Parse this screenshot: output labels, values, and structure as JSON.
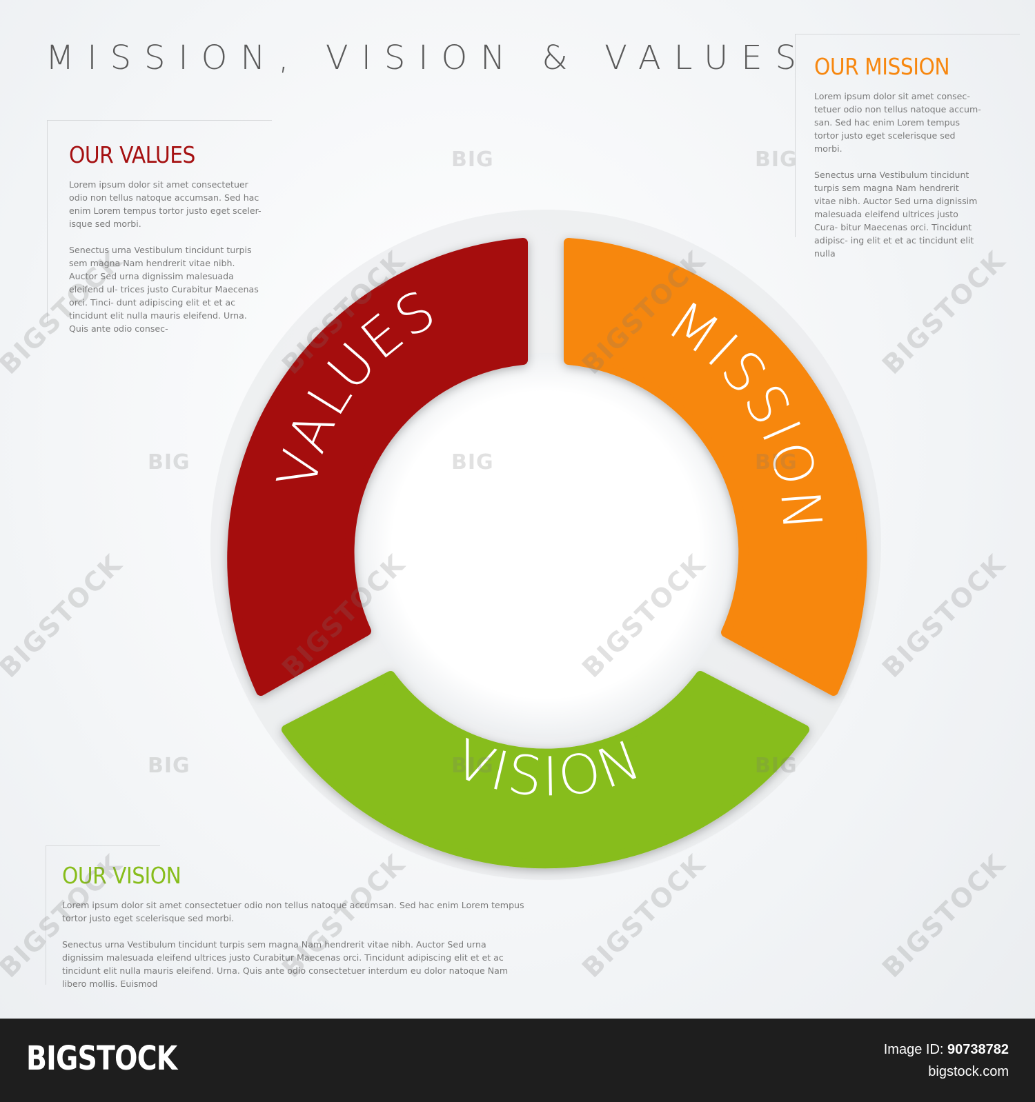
{
  "title": "MISSION, VISION & VALUES",
  "values": {
    "heading": "OUR VALUES",
    "ring_label": "VALUES",
    "color": "#a51011",
    "paragraph_1": "Lorem ipsum dolor sit amet consectetuer odio non tellus natoque accumsan. Sed hac enim Lorem tempus tortor justo eget sceler- isque sed morbi.",
    "paragraph_2": "Senectus urna Vestibulum tincidunt turpis sem magna Nam hendrerit vitae nibh. Auctor Sed urna dignissim malesuada eleifend ul- trices justo Curabitur Maecenas orci. Tinci- dunt adipiscing elit et et ac tincidunt elit nulla mauris eleifend. Urna. Quis ante odio consec-"
  },
  "mission": {
    "heading": "OUR MISSION",
    "ring_label": "MISSION",
    "color": "#f7870f",
    "paragraph_1": "Lorem ipsum dolor sit amet consec- tetuer odio non tellus natoque accum- san. Sed hac enim Lorem tempus tortor justo eget scelerisque sed morbi.",
    "paragraph_2": "Senectus urna Vestibulum tincidunt turpis sem magna Nam hendrerit vitae nibh. Auctor Sed urna dignissim malesuada eleifend ultrices justo Cura- bitur Maecenas orci. Tincidunt adipisc- ing elit et et ac tincidunt elit nulla"
  },
  "vision": {
    "heading": "OUR VISION",
    "ring_label": "VISION",
    "color": "#87bd1b",
    "paragraph_1": "Lorem ipsum dolor sit amet consectetuer odio non tellus natoque accumsan. Sed hac enim Lorem tempus tortor justo eget scelerisque sed morbi.",
    "paragraph_2": "Senectus urna Vestibulum tincidunt turpis sem magna Nam hendrerit vitae nibh. Auctor Sed urna dignissim malesuada eleifend ultrices justo Curabitur Maecenas orci. Tincidunt adipiscing elit et et ac tincidunt elit nulla mauris eleifend. Urna. Quis ante odio consectetuer interdum eu dolor natoque Nam libero mollis. Euismod"
  },
  "watermark": {
    "short": "BIG",
    "long": "BIGSTOCK"
  },
  "footer": {
    "logo": "BIGSTOCK",
    "image_id_label": "Image ID:",
    "image_id": "90738782",
    "site": "bigstock.com"
  }
}
